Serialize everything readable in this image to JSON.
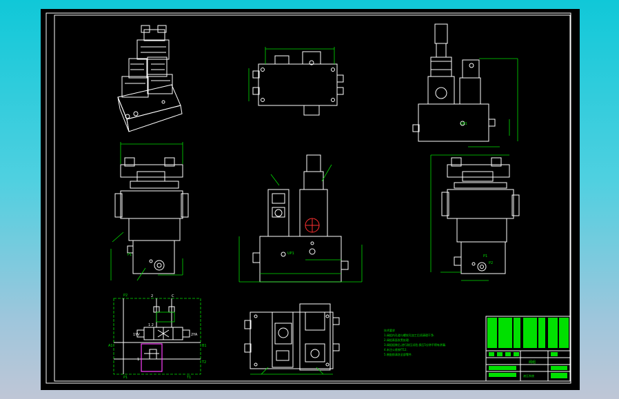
{
  "drawing": {
    "background": "#000000",
    "frame_color": "#ffffff",
    "dimension_color": "#00e000",
    "section_color": "#ff3030",
    "accent_color": "#ff40ff"
  },
  "labels": {
    "p1_left": "P1",
    "p1_right": "P1",
    "p2_right": "P2",
    "t1": "T1",
    "t2": "T2",
    "a1": "A1",
    "b1": "B1",
    "p2": "P2",
    "p1": "P1",
    "n1": "1",
    "n2": "2",
    "n12": "1 2",
    "yv1": "1YV",
    "yv2": "2YA",
    "c": "C",
    "up1": "UP1",
    "up1b": "UP1"
  },
  "notes": {
    "title": "技术要求",
    "lines": [
      "1.阀组内孔道与螺纹孔加工后须清理干净.",
      "2.阀组表面发黑处理.",
      "3.阀组组装后,进行耐压试验,保压5分钟不得有渗漏.",
      "4.未注公差按IT12.",
      "5.装配前清洗全部零件."
    ]
  },
  "title_block": {
    "drawing_name": "阀组",
    "company": "液压系统"
  }
}
